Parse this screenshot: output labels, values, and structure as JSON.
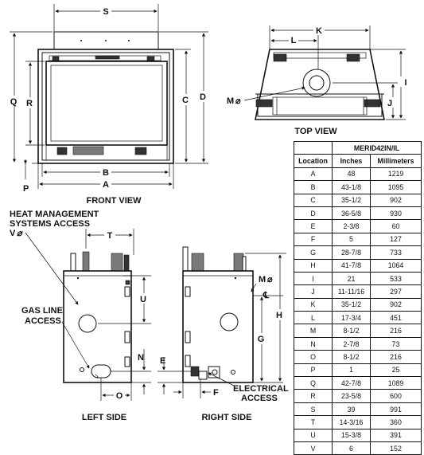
{
  "views": {
    "front": "FRONT VIEW",
    "top": "TOP VIEW",
    "left": "LEFT SIDE",
    "right": "RIGHT SIDE"
  },
  "callouts": {
    "heat_line1": "HEAT MANAGEMENT",
    "heat_line2": "SYSTEMS ACCESS",
    "heat_line3": "V",
    "gas_line1": "GAS LINE",
    "gas_line2": "ACCESS",
    "elec_line1": "ELECTRICAL",
    "elec_line2": "ACCESS"
  },
  "dimension_letters": {
    "A": "A",
    "B": "B",
    "C": "C",
    "D": "D",
    "E": "E",
    "F": "F",
    "G": "G",
    "H": "H",
    "I": "I",
    "J": "J",
    "K": "K",
    "L": "L",
    "M": "M",
    "N": "N",
    "O": "O",
    "P": "P",
    "Q": "Q",
    "R": "R",
    "S": "S",
    "T": "T",
    "U": "U"
  },
  "symbols": {
    "diameter": "⌀",
    "centerline": "℄"
  },
  "table": {
    "model": "MERID42IN/IL",
    "headers": [
      "Location",
      "Inches",
      "Millimeters"
    ],
    "rows": [
      [
        "A",
        "48",
        "1219"
      ],
      [
        "B",
        "43-1/8",
        "1095"
      ],
      [
        "C",
        "35-1/2",
        "902"
      ],
      [
        "D",
        "36-5/8",
        "930"
      ],
      [
        "E",
        "2-3/8",
        "60"
      ],
      [
        "F",
        "5",
        "127"
      ],
      [
        "G",
        "28-7/8",
        "733"
      ],
      [
        "H",
        "41-7/8",
        "1064"
      ],
      [
        "I",
        "21",
        "533"
      ],
      [
        "J",
        "11-11/16",
        "297"
      ],
      [
        "K",
        "35-1/2",
        "902"
      ],
      [
        "L",
        "17-3/4",
        "451"
      ],
      [
        "M",
        "8-1/2",
        "216"
      ],
      [
        "N",
        "2-7/8",
        "73"
      ],
      [
        "O",
        "8-1/2",
        "216"
      ],
      [
        "P",
        "1",
        "25"
      ],
      [
        "Q",
        "42-7/8",
        "1089"
      ],
      [
        "R",
        "23-5/8",
        "600"
      ],
      [
        "S",
        "39",
        "991"
      ],
      [
        "T",
        "14-3/16",
        "360"
      ],
      [
        "U",
        "15-3/8",
        "391"
      ],
      [
        "V",
        "6",
        "152"
      ]
    ]
  }
}
